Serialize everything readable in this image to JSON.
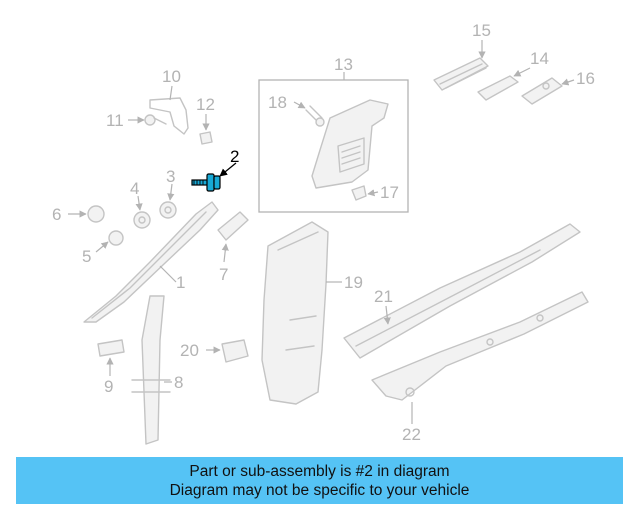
{
  "callouts": {
    "n1": "1",
    "n2": "2",
    "n3": "3",
    "n4": "4",
    "n5": "5",
    "n6": "6",
    "n7": "7",
    "n8": "8",
    "n9": "9",
    "n10": "10",
    "n11": "11",
    "n12": "12",
    "n13": "13",
    "n14": "14",
    "n15": "15",
    "n16": "16",
    "n17": "17",
    "n18": "18",
    "n19": "19",
    "n20": "20",
    "n21": "21",
    "n22": "22"
  },
  "highlighted_part": "2",
  "colors": {
    "banner": "#55c3f5",
    "highlight": "#17a9d6",
    "part_line": "#c4c4c4",
    "label": "#b3b3b3"
  },
  "banner": {
    "line1": "Part or sub-assembly is #2 in diagram",
    "line2": "Diagram may not be specific to your vehicle"
  }
}
